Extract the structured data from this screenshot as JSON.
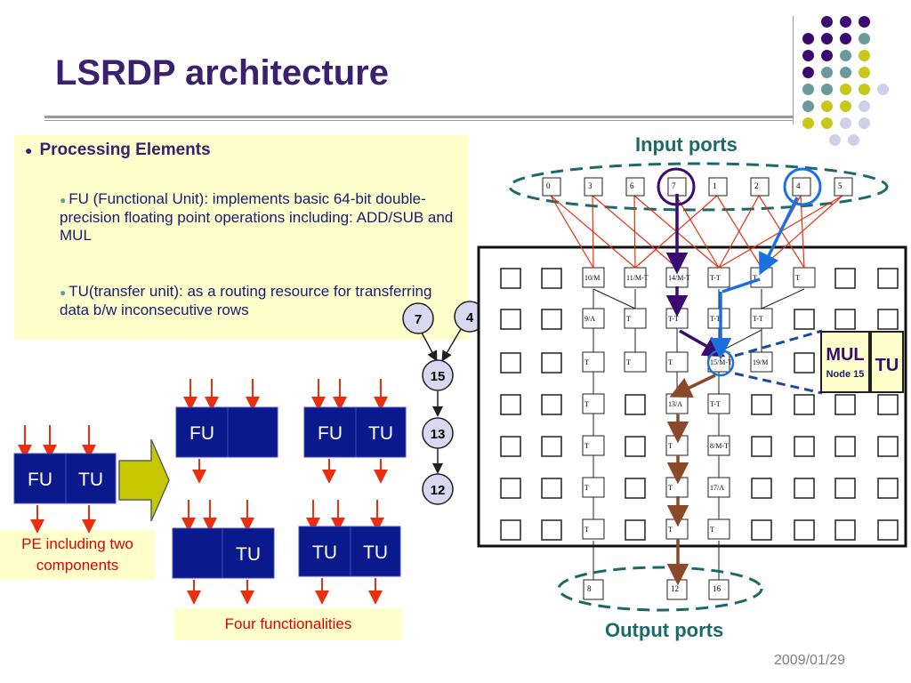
{
  "slide": {
    "title": "LSRDP architecture",
    "date": "2009/01/29"
  },
  "bullets": {
    "main": "Processing Elements",
    "fu": "FU (Functional Unit): implements basic 64-bit double-precision floating point operations including: ADD/SUB and MUL",
    "tu": "TU(transfer unit): as a routing resource for transferring data b/w inconsecutive rows"
  },
  "pe": {
    "fu": "FU",
    "tu": "TU",
    "caption": "PE including two components"
  },
  "functionalities": {
    "caption": "Four functionalities",
    "fu": "FU",
    "tu": "TU"
  },
  "dag": {
    "nodes": [
      "7",
      "4",
      "15",
      "13",
      "12"
    ]
  },
  "labels": {
    "input_ports": "Input ports",
    "output_ports": "Output ports",
    "mul": "MUL",
    "node15": "Node 15",
    "tu": "TU"
  },
  "input_port_labels": [
    "0",
    "3",
    "6",
    "7",
    "1",
    "2",
    "4",
    "5"
  ],
  "output_port_labels": [
    "8",
    "12",
    "16"
  ],
  "grid_labels": {
    "r0": [
      "10/M",
      "11/M-T",
      "14/M-T",
      "T-T",
      "T",
      "T"
    ],
    "r1": [
      "9/A",
      "T",
      "T-T",
      "T-T",
      "T-T"
    ],
    "r2": [
      "T",
      "T",
      "T",
      "15/M-T",
      "19/M"
    ],
    "r3": [
      "T",
      "13/A",
      "T-T"
    ],
    "r4": [
      "T",
      "T",
      "8/M-T"
    ],
    "r5": [
      "T",
      "T",
      "17/A"
    ],
    "r6": [
      "T",
      "T",
      "T"
    ]
  },
  "colors": {
    "title": "#3b2070",
    "unit_fill": "#0a1a8c",
    "arrow_red": "#e83010",
    "dark_purple": "#3b0a70",
    "blue_path": "#1a70e0",
    "brown_path": "#8a4a2a",
    "teal": "#1a6a6a",
    "yellow_box": "#ffffcc",
    "bullet_yellow_arrow": "#c8c800"
  }
}
